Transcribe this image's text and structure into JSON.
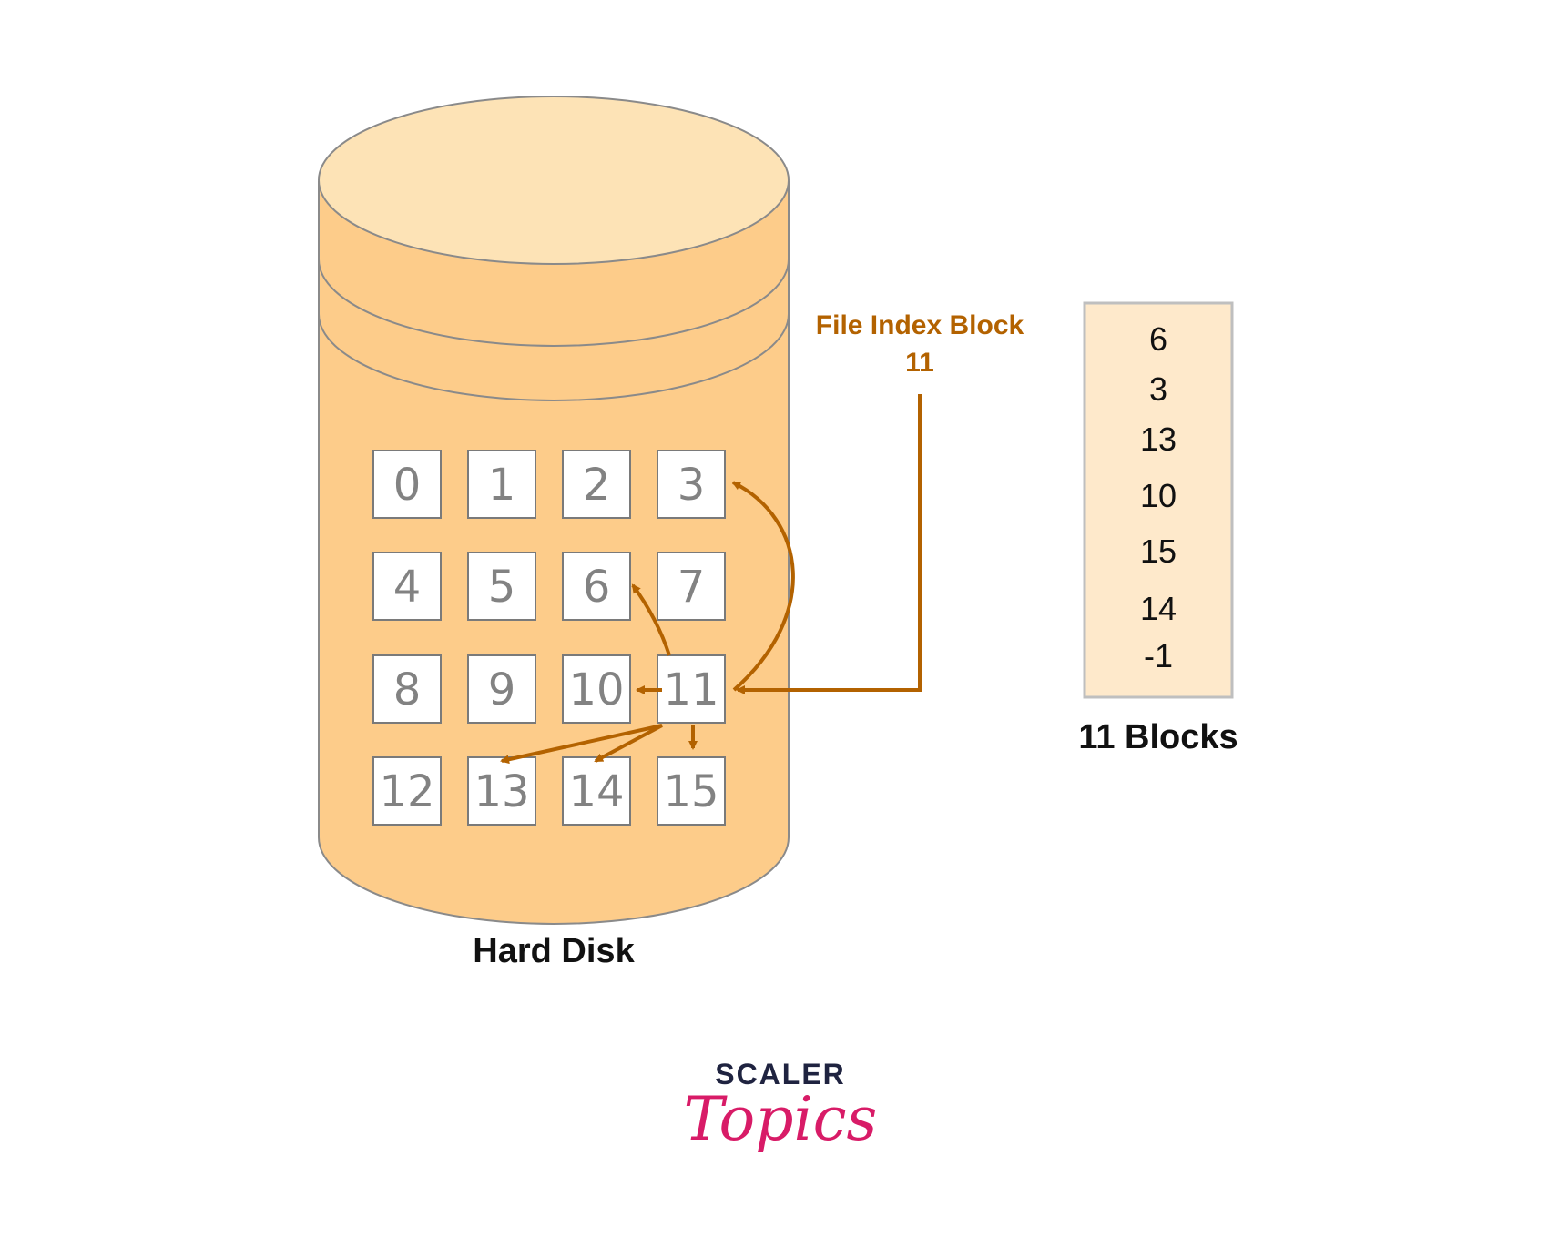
{
  "colors": {
    "disk_fill": "#fdcc8a",
    "disk_top": "#fde3b6",
    "disk_stroke": "#8a8a8a",
    "block_fill": "#ffffff",
    "block_text": "#828282",
    "arrow": "#b36200",
    "index_annotation": "#b36200",
    "index_table_fill": "#fee9cb",
    "index_table_stroke": "#bfbfbf",
    "logo_dark": "#1f2340",
    "logo_pink": "#d81b67"
  },
  "disk": {
    "caption": "Hard Disk",
    "blocks": [
      "0",
      "1",
      "2",
      "3",
      "4",
      "5",
      "6",
      "7",
      "8",
      "9",
      "10",
      "11",
      "12",
      "13",
      "14",
      "15"
    ]
  },
  "index_annotation": {
    "title": "File Index Block",
    "block_number": "11"
  },
  "index_table": {
    "entries": [
      "6",
      "3",
      "13",
      "10",
      "15",
      "14",
      "-1"
    ],
    "caption": "11 Blocks"
  },
  "links": [
    {
      "from": "11",
      "to": "6"
    },
    {
      "from": "11",
      "to": "3"
    },
    {
      "from": "11",
      "to": "13"
    },
    {
      "from": "11",
      "to": "10"
    },
    {
      "from": "11",
      "to": "15"
    },
    {
      "from": "11",
      "to": "14"
    }
  ],
  "logo": {
    "top": "SCALER",
    "script": "Topics"
  }
}
